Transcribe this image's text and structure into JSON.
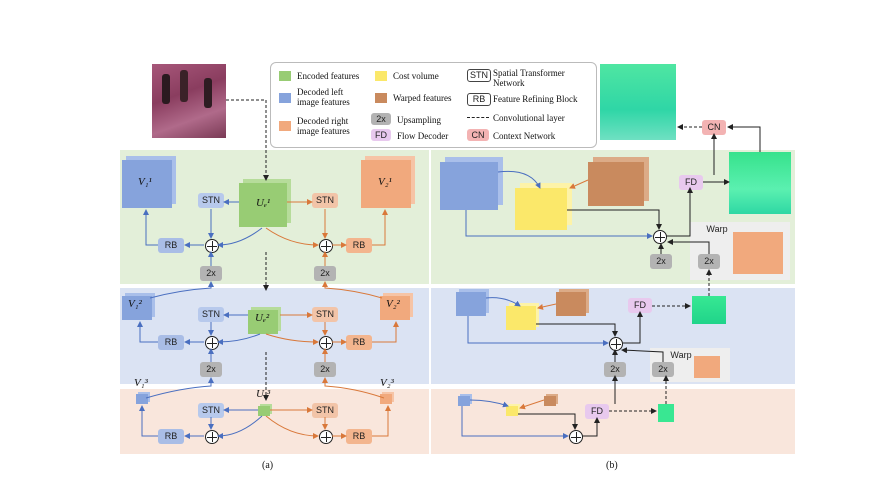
{
  "legend": {
    "encoded": "Encoded features",
    "decoded_left": "Decoded left image features",
    "decoded_right": "Decoded right image features",
    "cost_volume": "Cost volume",
    "warped": "Warped features",
    "upsampling_tag": "2x",
    "upsampling": "Upsampling",
    "fd_tag": "FD",
    "flow_decoder": "Flow Decoder",
    "stn_tag": "STN",
    "stn": "Spatial Transformer Network",
    "rb_tag": "RB",
    "rb": "Feature Refining Block",
    "conv": "Convolutional layer",
    "cn_tag": "CN",
    "context": "Context Network"
  },
  "panel_a": {
    "v1_1": "V₁¹",
    "v2_1": "V₂¹",
    "ue_1": "Uₑ¹",
    "v1_2": "V₁²",
    "v2_2": "V₂²",
    "ue_2": "Uₑ²",
    "v1_3": "V₁³",
    "v2_3": "V₂³",
    "ue_3": "Uₑ³",
    "stn": "STN",
    "rb": "RB",
    "up": "2x"
  },
  "panel_b": {
    "fd": "FD",
    "cn": "CN",
    "up": "2x",
    "warp": "Warp"
  },
  "captions": {
    "a": "(a)",
    "b": "(b)"
  },
  "colors": {
    "green_band": "#e3efd9",
    "blue_band": "#dbe3f3",
    "orange_band": "#f9e6dc",
    "blue_block": "#86a3dc",
    "orange_block": "#f1a97d",
    "green_block": "#98cc74",
    "yellow_block": "#fbe86a",
    "warped_block": "#c98a5e",
    "flow_green": "#3ee58f"
  }
}
